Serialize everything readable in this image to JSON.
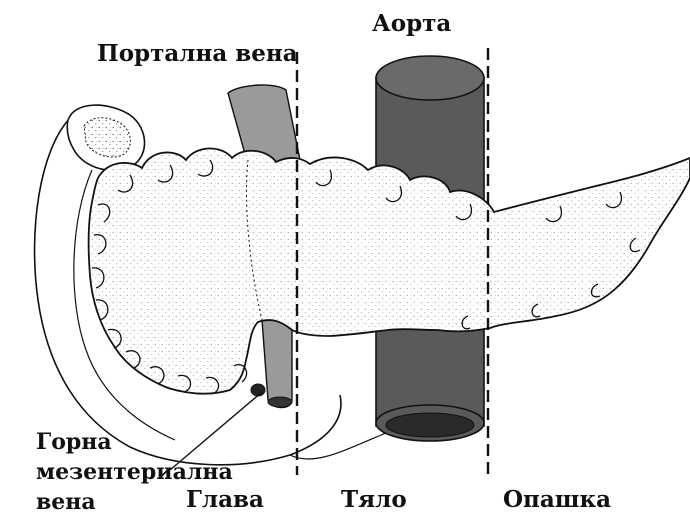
{
  "labels": {
    "portal_vein": "Портална вена",
    "aorta": "Аорта",
    "superior_mesenteric_line1": "Горна",
    "superior_mesenteric_line2": "мезентериална",
    "superior_mesenteric_line3": "вена",
    "head": "Глава",
    "body": "Тяло",
    "tail": "Опашка"
  },
  "colors": {
    "ink": "#111111",
    "vessel_gray": "#9a9a9a",
    "aorta_dark": "#5a5a5a",
    "aorta_lumen": "#2a2a2a",
    "gland_fill": "#ffffff",
    "stipple": "#444444"
  }
}
